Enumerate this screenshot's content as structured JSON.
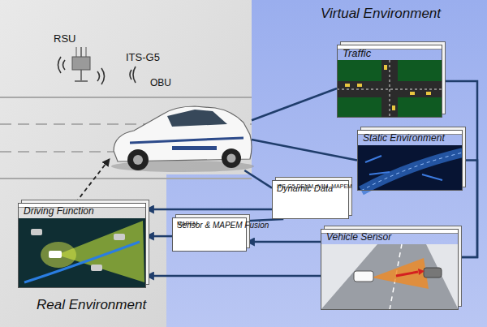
{
  "diagram": {
    "nodes": [
      {
        "text": [
          "Real Environment"
        ]
      },
      {
        "text": [
          "Virtual Environment"
        ]
      },
      {
        "text": [
          "OBU"
        ],
        "in": 0
      },
      {
        "text": [
          "Traffic"
        ],
        "in": 1
      },
      {
        "text": [
          "Static Environment"
        ],
        "in": 1
      },
      {
        "text": [
          "Dynamic Data",
          "ITS-G5 DENM, IVIM, MAPEM"
        ],
        "in": 1
      },
      {
        "text": [
          "Sensor & MAPEM Fusion",
          "MAPEM"
        ],
        "in": 1
      },
      {
        "text": [
          "Vehicle Sensor"
        ],
        "in": 1
      },
      {
        "text": [
          "Driving Function"
        ],
        "in": 0
      }
    ],
    "edges": [
      {
        "from": 2,
        "to": 3,
        "arrow": "none"
      },
      {
        "from": 2,
        "to": 4,
        "arrow": "none"
      },
      {
        "from": 2,
        "to": 5,
        "arrow": "none"
      },
      {
        "from": 3,
        "to": 7,
        "arrow": "none"
      },
      {
        "from": 4,
        "to": 7,
        "arrow": "none"
      },
      {
        "from": 5,
        "to": 8,
        "arrow": "to"
      },
      {
        "from": 5,
        "to": 6,
        "arrow": "none"
      },
      {
        "from": 7,
        "to": 6,
        "arrow": "to"
      },
      {
        "from": 6,
        "to": 8,
        "arrow": "to"
      },
      {
        "from": 7,
        "to": 8,
        "arrow": "to"
      },
      {
        "from": 8,
        "to": 2,
        "arrow": "to"
      }
    ],
    "labels": [
      "RSU",
      "ITS-G5"
    ]
  }
}
